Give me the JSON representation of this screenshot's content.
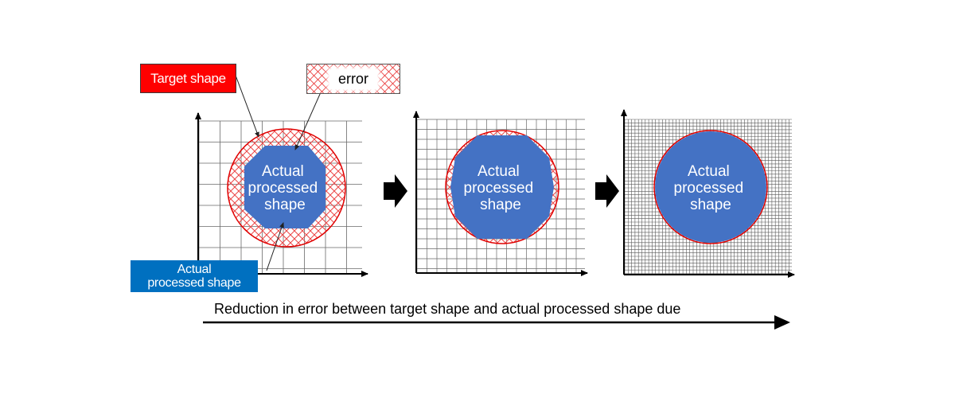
{
  "labels": {
    "target_shape": "Target shape",
    "error": "error",
    "actual_processed_shape_line1": "Actual",
    "actual_processed_shape_line2": "processed shape"
  },
  "panels": [
    {
      "shape_line1": "Actual",
      "shape_line2": "processed",
      "shape_line3": "shape"
    },
    {
      "shape_line1": "Actual",
      "shape_line2": "processed",
      "shape_line3": "shape"
    },
    {
      "shape_line1": "Actual",
      "shape_line2": "processed",
      "shape_line3": "shape"
    }
  ],
  "caption": "Reduction in error between target shape and actual processed shape due",
  "colors": {
    "target": "#ff0000",
    "error_hatch": "#eb4646",
    "processed_fill": "#4472c4",
    "label_blue": "#0070c0",
    "grid": "#555555",
    "axis": "#000000"
  }
}
